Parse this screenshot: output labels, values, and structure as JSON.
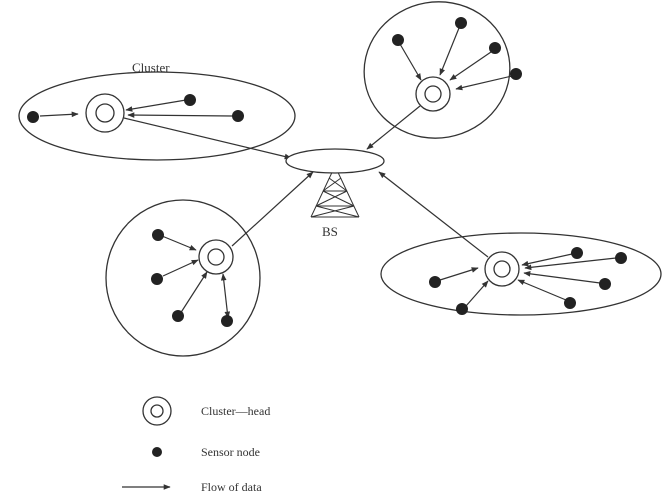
{
  "labels": {
    "cluster": "Cluster",
    "bs": "BS"
  },
  "legend": {
    "cluster_head": "Cluster—head",
    "sensor_node": "Sensor node",
    "flow_of_data": "Flow of data"
  },
  "colors": {
    "ink": "#333333",
    "node": "#222222",
    "background": "#ffffff"
  },
  "icons": {
    "cluster_head": "double-circle-icon",
    "sensor_node": "filled-dot-icon",
    "flow": "arrow-icon",
    "base_station": "lattice-tower-icon"
  }
}
